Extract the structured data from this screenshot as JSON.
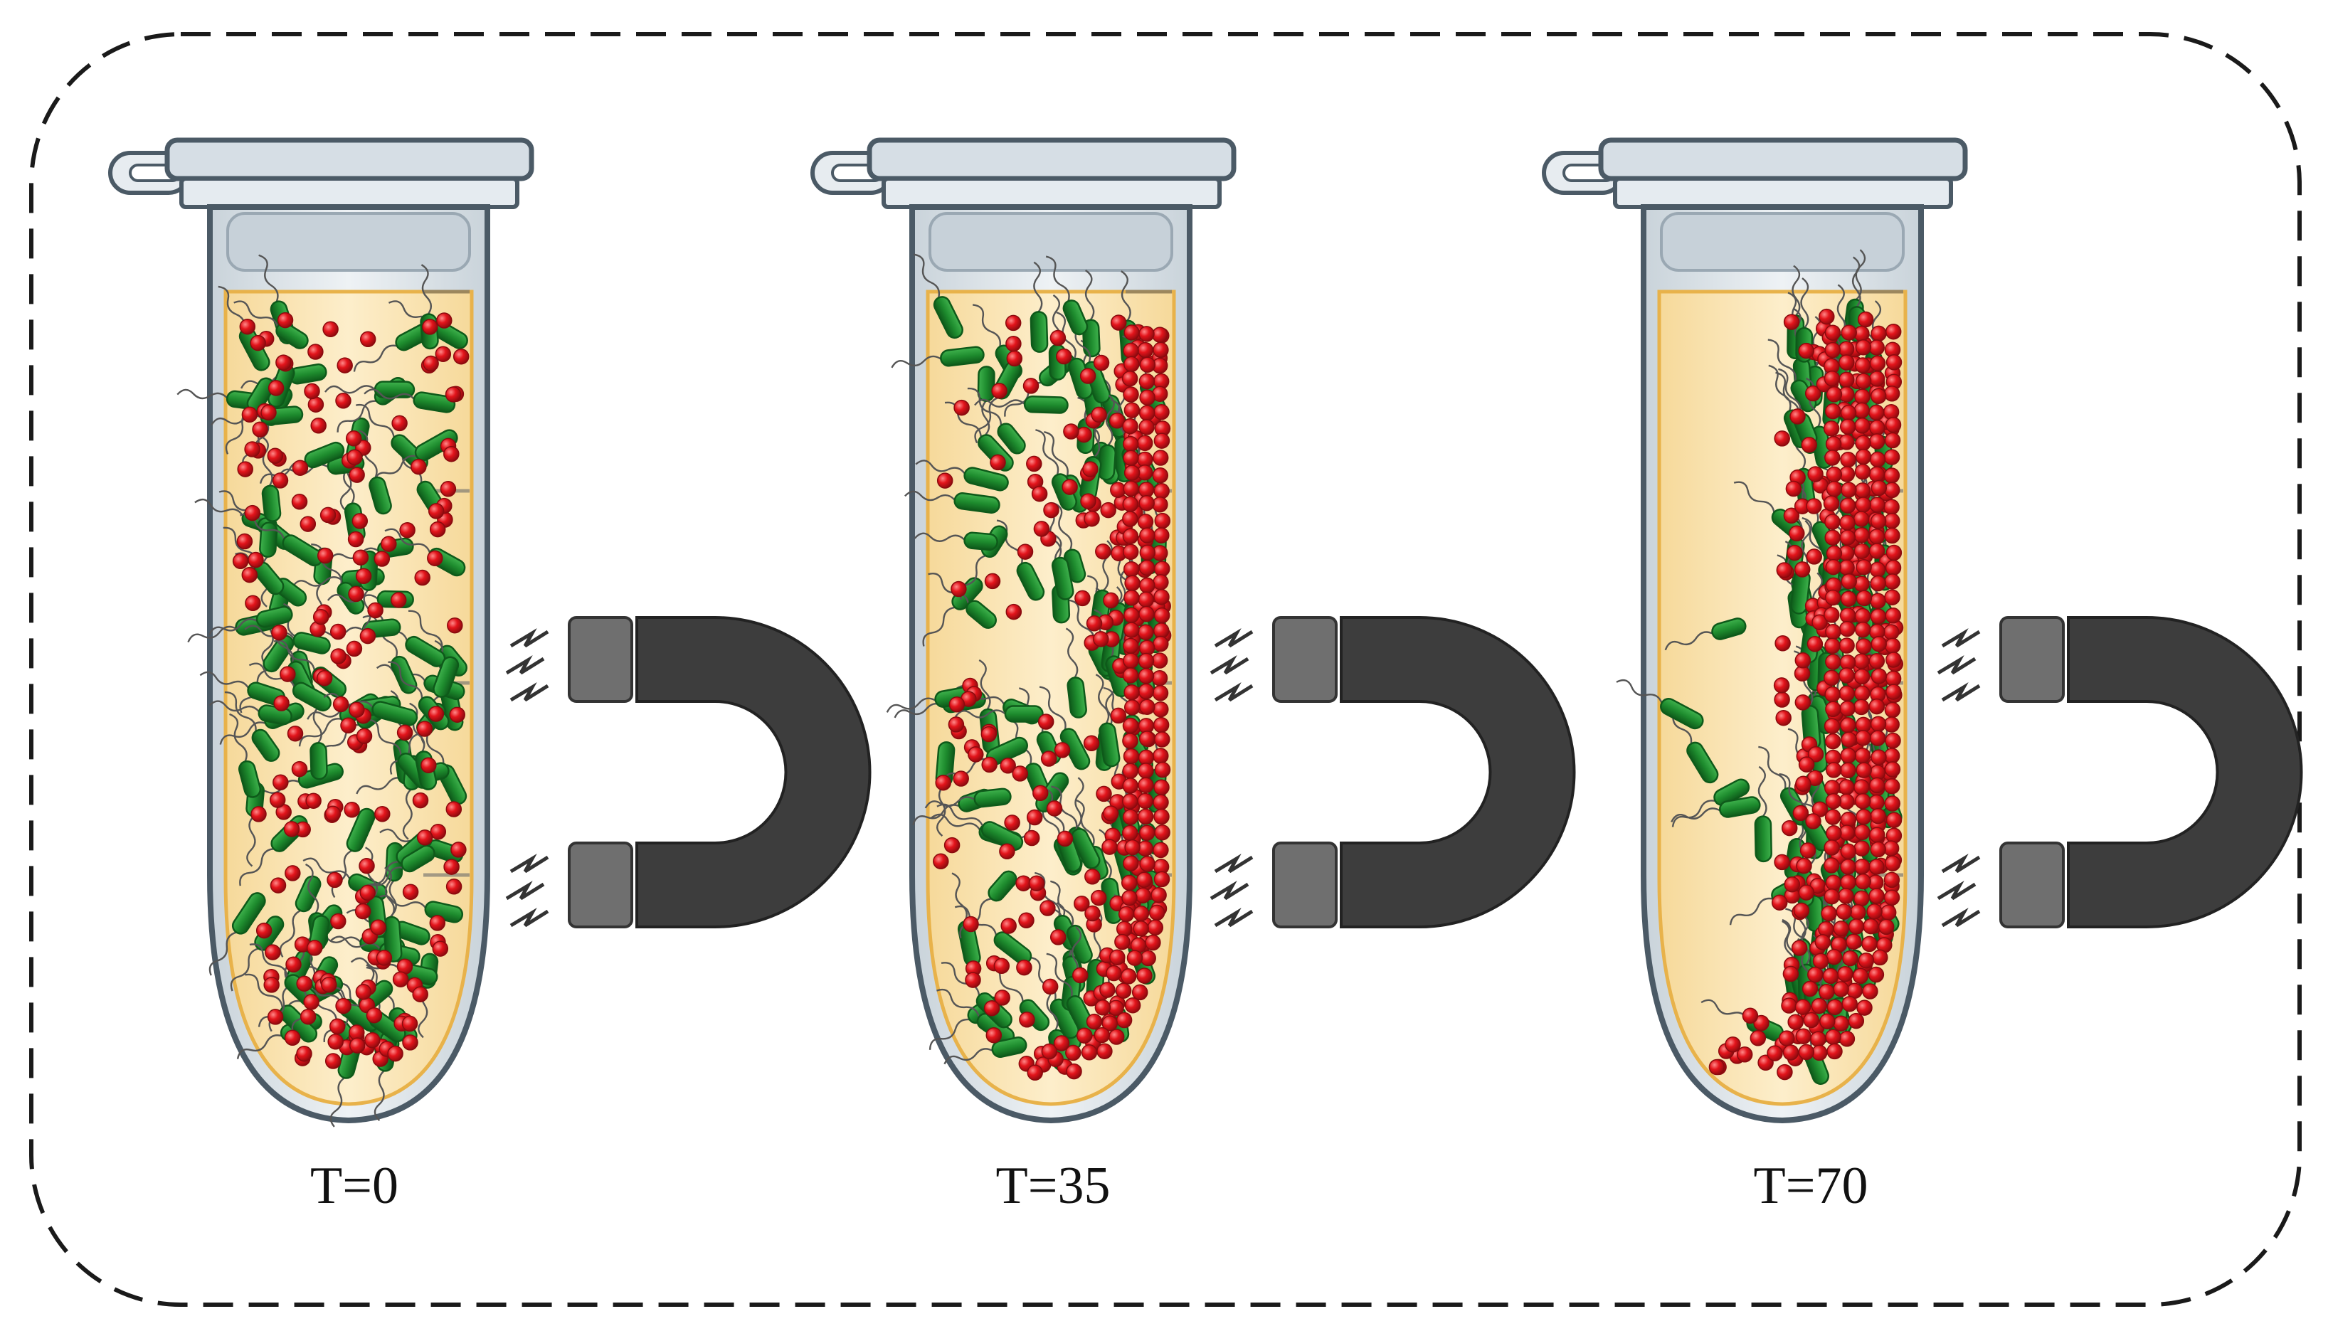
{
  "colors": {
    "frame": "#1a1a1a",
    "tube_outline": "#4b5a66",
    "tube_glass": "#dfe6ec",
    "liquid": "#fbe6b8",
    "liquid_edge": "#e8b24a",
    "bacteria": "#1e8c2e",
    "bacteria_dark": "#0e5a1a",
    "particle": "#e3141b",
    "particle_dark": "#8a0a0e",
    "flagella": "#555555",
    "magnet_body": "#3d3d3d",
    "magnet_pole": "#6f6f6f",
    "spark": "#333333"
  },
  "panels": [
    {
      "label": "T=0",
      "separation": 0.0
    },
    {
      "label": "T=35",
      "separation": 0.5
    },
    {
      "label": "T=70",
      "separation": 1.0
    }
  ],
  "icons": [
    "eppendorf-tube-icon",
    "horseshoe-magnet-icon",
    "magnetic-field-spark-icon"
  ]
}
